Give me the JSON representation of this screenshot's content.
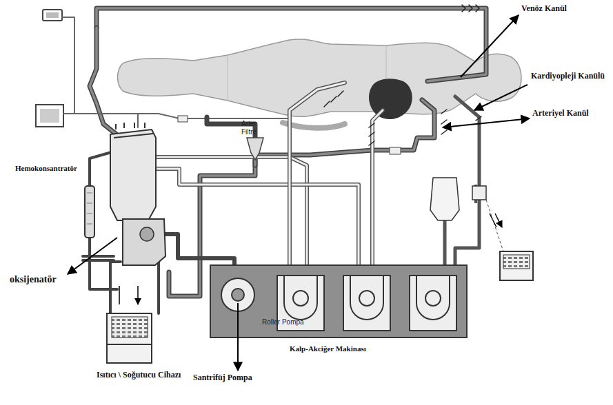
{
  "diagram": {
    "labels": [
      "Venöz Kanül",
      "Kardiyopleji Kanülü",
      "Arteriyel Kanül",
      "Arter Filtre",
      "Hemokonsantratör",
      "oksijenatör",
      "Roller Pompa",
      "Kalp-Akciğer Makinası",
      "Santrifüj Pompa",
      "Isıtıcı \\ Soğutucu Cihazı"
    ]
  }
}
